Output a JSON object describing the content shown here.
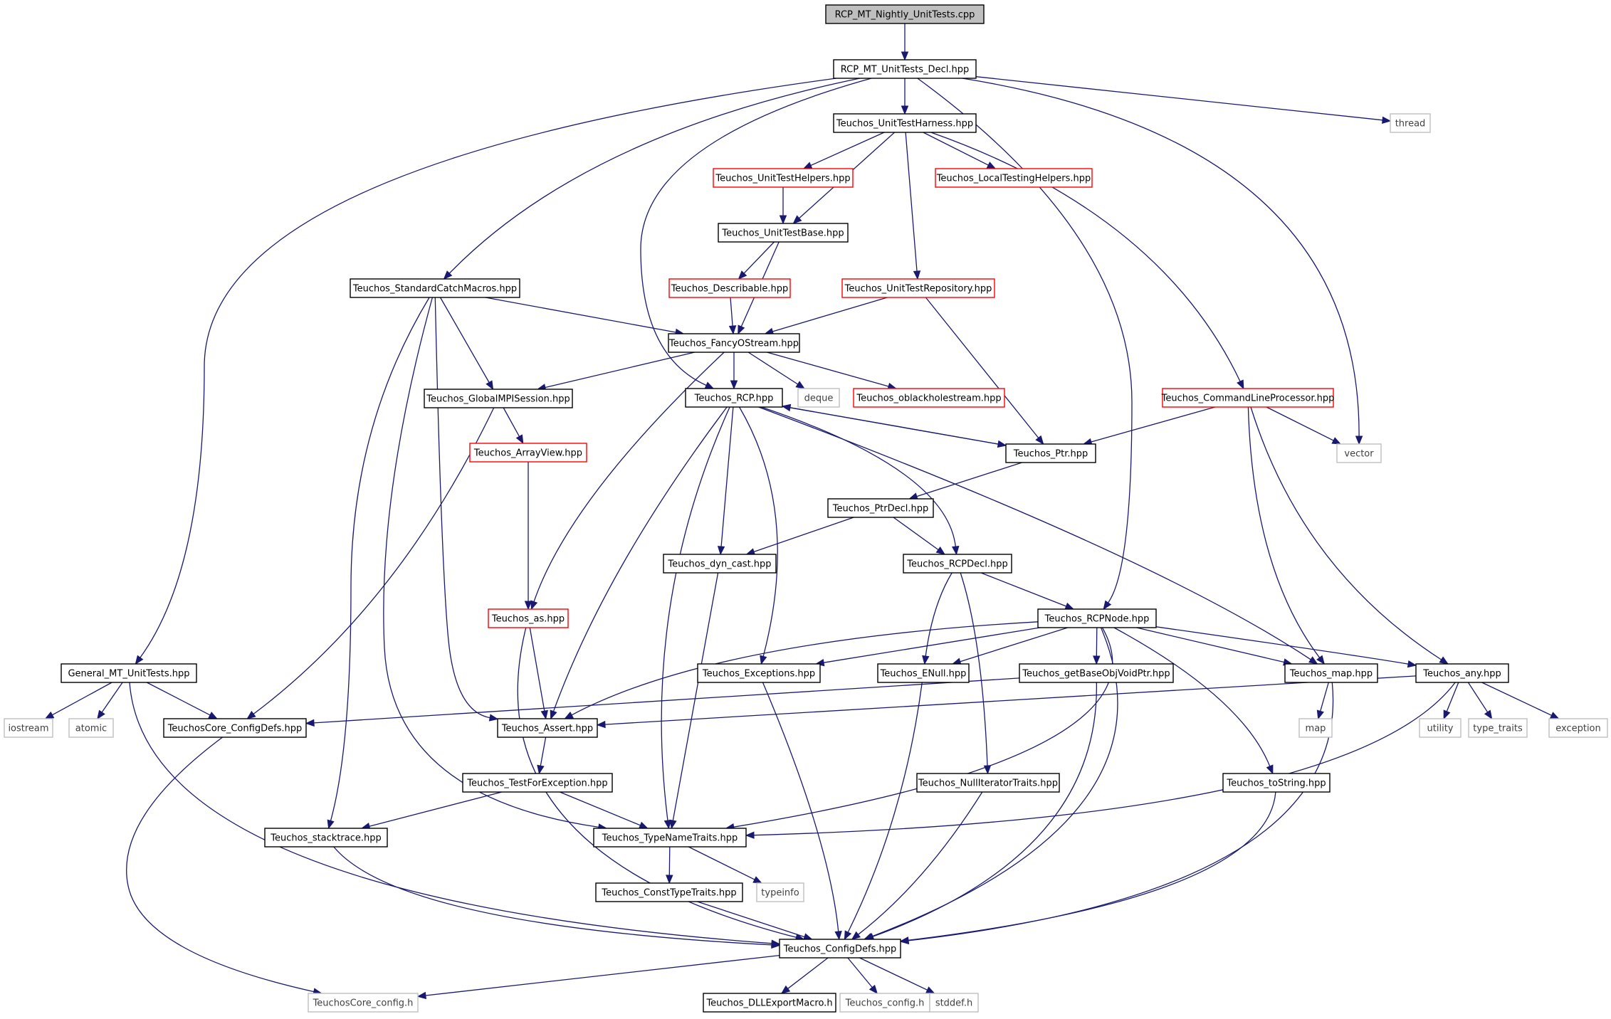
{
  "colors": {
    "edge": "#191970",
    "border_normal": "#000000",
    "border_truncated": "#ff0000",
    "border_external": "#bfbfbf",
    "root_fill": "#bfbfbf",
    "fill": "#ffffff",
    "label_external": "#404040"
  },
  "nodes": [
    {
      "id": "root",
      "label": "RCP_MT_Nightly_UnitTests.cpp",
      "kind": "root"
    },
    {
      "id": "decl",
      "label": "RCP_MT_UnitTests_Decl.hpp",
      "kind": "normal"
    },
    {
      "id": "thread",
      "label": "thread",
      "kind": "external"
    },
    {
      "id": "harness",
      "label": "Teuchos_UnitTestHarness.hpp",
      "kind": "normal"
    },
    {
      "id": "helpers",
      "label": "Teuchos_UnitTestHelpers.hpp",
      "kind": "truncated"
    },
    {
      "id": "localtest",
      "label": "Teuchos_LocalTestingHelpers.hpp",
      "kind": "truncated"
    },
    {
      "id": "utbase",
      "label": "Teuchos_UnitTestBase.hpp",
      "kind": "normal"
    },
    {
      "id": "catch",
      "label": "Teuchos_StandardCatchMacros.hpp",
      "kind": "normal"
    },
    {
      "id": "describable",
      "label": "Teuchos_Describable.hpp",
      "kind": "truncated"
    },
    {
      "id": "repo",
      "label": "Teuchos_UnitTestRepository.hpp",
      "kind": "truncated"
    },
    {
      "id": "fancy",
      "label": "Teuchos_FancyOStream.hpp",
      "kind": "normal"
    },
    {
      "id": "mpi",
      "label": "Teuchos_GlobalMPISession.hpp",
      "kind": "normal"
    },
    {
      "id": "rcp",
      "label": "Teuchos_RCP.hpp",
      "kind": "normal"
    },
    {
      "id": "deque",
      "label": "deque",
      "kind": "external"
    },
    {
      "id": "oblack",
      "label": "Teuchos_oblackholestream.hpp",
      "kind": "truncated"
    },
    {
      "id": "clp",
      "label": "Teuchos_CommandLineProcessor.hpp",
      "kind": "truncated"
    },
    {
      "id": "arrayview",
      "label": "Teuchos_ArrayView.hpp",
      "kind": "truncated"
    },
    {
      "id": "ptr",
      "label": "Teuchos_Ptr.hpp",
      "kind": "normal"
    },
    {
      "id": "vector",
      "label": "vector",
      "kind": "external"
    },
    {
      "id": "ptrdecl",
      "label": "Teuchos_PtrDecl.hpp",
      "kind": "normal"
    },
    {
      "id": "dyncast",
      "label": "Teuchos_dyn_cast.hpp",
      "kind": "normal"
    },
    {
      "id": "rcpdecl",
      "label": "Teuchos_RCPDecl.hpp",
      "kind": "normal"
    },
    {
      "id": "as",
      "label": "Teuchos_as.hpp",
      "kind": "truncated"
    },
    {
      "id": "rcpnode",
      "label": "Teuchos_RCPNode.hpp",
      "kind": "normal"
    },
    {
      "id": "general",
      "label": "General_MT_UnitTests.hpp",
      "kind": "normal"
    },
    {
      "id": "exceptions",
      "label": "Teuchos_Exceptions.hpp",
      "kind": "normal"
    },
    {
      "id": "enull",
      "label": "Teuchos_ENull.hpp",
      "kind": "normal"
    },
    {
      "id": "getbase",
      "label": "Teuchos_getBaseObjVoidPtr.hpp",
      "kind": "normal"
    },
    {
      "id": "map",
      "label": "Teuchos_map.hpp",
      "kind": "normal"
    },
    {
      "id": "any",
      "label": "Teuchos_any.hpp",
      "kind": "normal"
    },
    {
      "id": "iostream",
      "label": "iostream",
      "kind": "external"
    },
    {
      "id": "atomic",
      "label": "atomic",
      "kind": "external"
    },
    {
      "id": "coreconfigdefs",
      "label": "TeuchosCore_ConfigDefs.hpp",
      "kind": "normal"
    },
    {
      "id": "assert",
      "label": "Teuchos_Assert.hpp",
      "kind": "normal"
    },
    {
      "id": "mapstd",
      "label": "map",
      "kind": "external"
    },
    {
      "id": "utility",
      "label": "utility",
      "kind": "external"
    },
    {
      "id": "typetraits",
      "label": "type_traits",
      "kind": "external"
    },
    {
      "id": "exception",
      "label": "exception",
      "kind": "external"
    },
    {
      "id": "testforexc",
      "label": "Teuchos_TestForException.hpp",
      "kind": "normal"
    },
    {
      "id": "nulliter",
      "label": "Teuchos_NullIteratorTraits.hpp",
      "kind": "normal"
    },
    {
      "id": "tostring",
      "label": "Teuchos_toString.hpp",
      "kind": "normal"
    },
    {
      "id": "stacktrace",
      "label": "Teuchos_stacktrace.hpp",
      "kind": "normal"
    },
    {
      "id": "typename",
      "label": "Teuchos_TypeNameTraits.hpp",
      "kind": "normal"
    },
    {
      "id": "consttype",
      "label": "Teuchos_ConstTypeTraits.hpp",
      "kind": "normal"
    },
    {
      "id": "typeinfo",
      "label": "typeinfo",
      "kind": "external"
    },
    {
      "id": "configdefs",
      "label": "Teuchos_ConfigDefs.hpp",
      "kind": "normal"
    },
    {
      "id": "coreconfig",
      "label": "TeuchosCore_config.h",
      "kind": "external"
    },
    {
      "id": "dllexport",
      "label": "Teuchos_DLLExportMacro.h",
      "kind": "normal"
    },
    {
      "id": "tconfig",
      "label": "Teuchos_config.h",
      "kind": "external"
    },
    {
      "id": "stddef",
      "label": "stddef.h",
      "kind": "external"
    }
  ],
  "edges": [
    [
      "root",
      "decl"
    ],
    [
      "decl",
      "harness"
    ],
    [
      "decl",
      "thread"
    ],
    [
      "decl",
      "vector"
    ],
    [
      "decl",
      "catch"
    ],
    [
      "decl",
      "general"
    ],
    [
      "decl",
      "rcp"
    ],
    [
      "decl",
      "rcpnode"
    ],
    [
      "harness",
      "helpers"
    ],
    [
      "harness",
      "localtest"
    ],
    [
      "harness",
      "utbase"
    ],
    [
      "harness",
      "repo"
    ],
    [
      "harness",
      "clp"
    ],
    [
      "helpers",
      "utbase"
    ],
    [
      "utbase",
      "describable"
    ],
    [
      "utbase",
      "fancy"
    ],
    [
      "describable",
      "fancy"
    ],
    [
      "repo",
      "fancy"
    ],
    [
      "repo",
      "ptr"
    ],
    [
      "catch",
      "fancy"
    ],
    [
      "catch",
      "mpi"
    ],
    [
      "catch",
      "stacktrace"
    ],
    [
      "catch",
      "typename"
    ],
    [
      "catch",
      "assert"
    ],
    [
      "fancy",
      "mpi"
    ],
    [
      "fancy",
      "rcp"
    ],
    [
      "fancy",
      "deque"
    ],
    [
      "fancy",
      "oblack"
    ],
    [
      "fancy",
      "as"
    ],
    [
      "mpi",
      "arrayview"
    ],
    [
      "mpi",
      "coreconfigdefs"
    ],
    [
      "arrayview",
      "as"
    ],
    [
      "rcp",
      "ptr"
    ],
    [
      "rcp",
      "dyncast"
    ],
    [
      "rcp",
      "rcpdecl"
    ],
    [
      "rcp",
      "exceptions"
    ],
    [
      "rcp",
      "assert"
    ],
    [
      "rcp",
      "typename"
    ],
    [
      "rcp",
      "map"
    ],
    [
      "ptr",
      "rcp"
    ],
    [
      "ptr",
      "ptrdecl"
    ],
    [
      "clp",
      "ptr"
    ],
    [
      "clp",
      "vector"
    ],
    [
      "clp",
      "map"
    ],
    [
      "clp",
      "any"
    ],
    [
      "ptrdecl",
      "dyncast"
    ],
    [
      "ptrdecl",
      "rcpdecl"
    ],
    [
      "dyncast",
      "typename"
    ],
    [
      "rcpdecl",
      "rcpnode"
    ],
    [
      "rcpdecl",
      "enull"
    ],
    [
      "rcpdecl",
      "nulliter"
    ],
    [
      "as",
      "assert"
    ],
    [
      "as",
      "configdefs"
    ],
    [
      "rcpnode",
      "exceptions"
    ],
    [
      "rcpnode",
      "enull"
    ],
    [
      "rcpnode",
      "getbase"
    ],
    [
      "rcpnode",
      "map"
    ],
    [
      "rcpnode",
      "any"
    ],
    [
      "rcpnode",
      "assert"
    ],
    [
      "rcpnode",
      "typename"
    ],
    [
      "rcpnode",
      "tostring"
    ],
    [
      "rcpnode",
      "configdefs"
    ],
    [
      "general",
      "iostream"
    ],
    [
      "general",
      "atomic"
    ],
    [
      "general",
      "coreconfigdefs"
    ],
    [
      "general",
      "configdefs"
    ],
    [
      "exceptions",
      "configdefs"
    ],
    [
      "enull",
      "configdefs"
    ],
    [
      "getbase",
      "coreconfigdefs"
    ],
    [
      "getbase",
      "configdefs"
    ],
    [
      "map",
      "mapstd"
    ],
    [
      "map",
      "configdefs"
    ],
    [
      "any",
      "assert"
    ],
    [
      "any",
      "typename"
    ],
    [
      "any",
      "utility"
    ],
    [
      "any",
      "typetraits"
    ],
    [
      "any",
      "exception"
    ],
    [
      "coreconfigdefs",
      "coreconfig"
    ],
    [
      "assert",
      "testforexc"
    ],
    [
      "testforexc",
      "stacktrace"
    ],
    [
      "testforexc",
      "typename"
    ],
    [
      "nulliter",
      "configdefs"
    ],
    [
      "tostring",
      "configdefs"
    ],
    [
      "stacktrace",
      "configdefs"
    ],
    [
      "typename",
      "consttype"
    ],
    [
      "typename",
      "typeinfo"
    ],
    [
      "consttype",
      "configdefs"
    ],
    [
      "configdefs",
      "coreconfig"
    ],
    [
      "configdefs",
      "dllexport"
    ],
    [
      "configdefs",
      "tconfig"
    ],
    [
      "configdefs",
      "stddef"
    ]
  ]
}
